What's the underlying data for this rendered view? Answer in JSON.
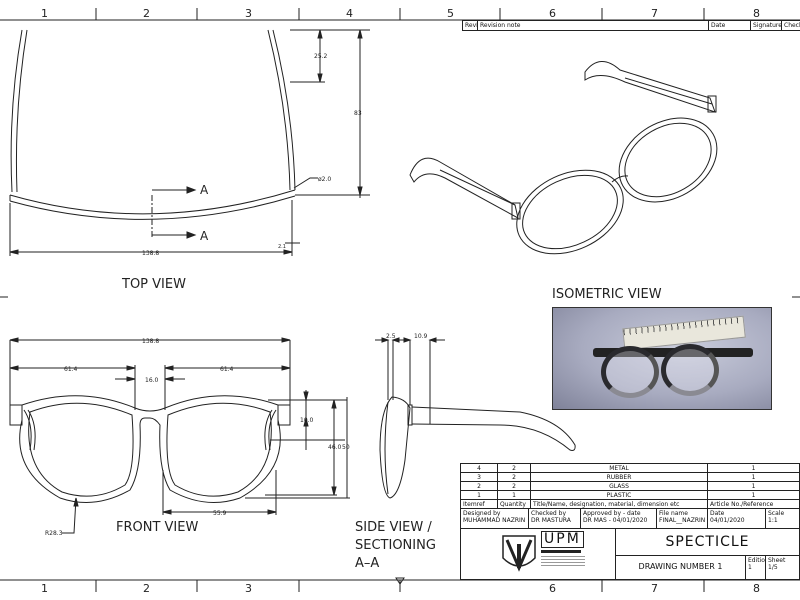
{
  "zones": {
    "top": [
      "1",
      "2",
      "3",
      "4",
      "5",
      "6",
      "7",
      "8"
    ],
    "bottom": [
      "1",
      "2",
      "3",
      "6",
      "7",
      "8"
    ]
  },
  "revision_table": {
    "revno": "RevNo",
    "note": "Revision note",
    "date": "Date",
    "signature": "Signature",
    "checked": "Checked"
  },
  "top_view": {
    "label": "TOP VIEW",
    "dims": {
      "overall_width": "138.8",
      "height": "83",
      "offset": "25.2",
      "diameter": "ø2.0",
      "hinge": "2.1"
    },
    "section": "A"
  },
  "front_view": {
    "label": "FRONT VIEW",
    "dims": {
      "overall_width": "138.8",
      "left_lens": "61.4",
      "right_lens": "61.4",
      "bridge": "16.0",
      "hinge_height": "10.0",
      "lens_height": "46.0",
      "frame_height": "50",
      "lens_width": "55.9",
      "radius": "R28.3"
    }
  },
  "side_view": {
    "label_line1": "SIDE VIEW /",
    "label_line2": "SECTIONING",
    "label_line3": "A–A",
    "dims": {
      "thickness": "2.5",
      "temple": "10.9"
    }
  },
  "isometric_view": {
    "label": "ISOMETRIC VIEW"
  },
  "parts_list": {
    "rows": [
      {
        "item": "4",
        "qty": "2",
        "title": "METAL",
        "article": "1"
      },
      {
        "item": "3",
        "qty": "2",
        "title": "RUBBER",
        "article": "1"
      },
      {
        "item": "2",
        "qty": "2",
        "title": "GLASS",
        "article": "1"
      },
      {
        "item": "1",
        "qty": "1",
        "title": "PLASTIC",
        "article": "1"
      }
    ],
    "headers": {
      "item": "Itemref",
      "qty": "Quantity",
      "title": "Title/Name, designation, material, dimension etc",
      "article": "Article No./Reference"
    }
  },
  "title_block": {
    "designed_by_label": "Designed by",
    "designed_by": "MUHAMMAD NAZRIN",
    "checked_by_label": "Checked by",
    "checked_by": "DR MASTURA",
    "approved_label": "Approved by - date",
    "approved": "DR MAS - 04/01/2020",
    "file_label": "File name",
    "file": "FINAL__NAZRIN",
    "date_label": "Date",
    "date": "04/01/2020",
    "scale_label": "Scale",
    "scale": "1:1",
    "logo_text": "UPM",
    "title": "SPECTICLE",
    "drawing_number": "DRAWING NUMBER 1",
    "edition_label": "Edition",
    "edition": "1",
    "sheet_label": "Sheet",
    "sheet": "1/5"
  }
}
